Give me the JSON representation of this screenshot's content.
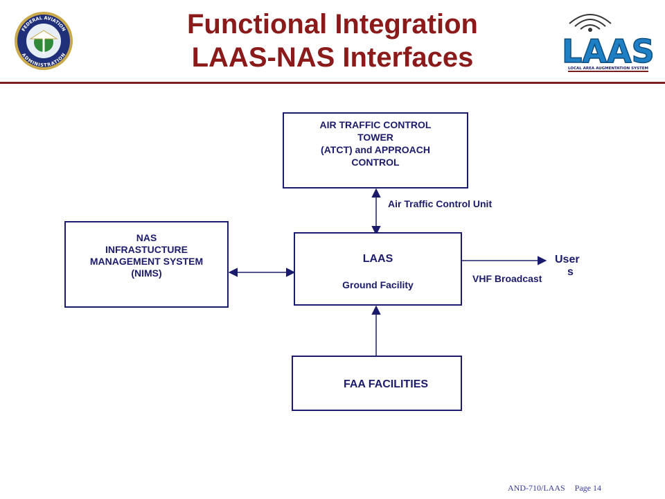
{
  "title": {
    "line1": "Functional Integration",
    "line2": "LAAS-NAS Interfaces"
  },
  "logos": {
    "faa_seal_text": [
      "FEDERAL AVIATION",
      "ADMINISTRATION"
    ],
    "laas_logo_text": "LAAS",
    "laas_logo_subtext": "LOCAL AREA AUGMENTATION SYSTEM"
  },
  "boxes": {
    "atct": [
      "AIR TRAFFIC CONTROL",
      "TOWER",
      "(ATCT) and APPROACH",
      "CONTROL"
    ],
    "nims": [
      "NAS",
      "INFRASTUCTURE",
      "MANAGEMENT SYSTEM",
      "(NIMS)"
    ],
    "laas_title": "LAAS",
    "laas_subtitle": "Ground Facility",
    "faa": "FAA FACILITIES"
  },
  "labels": {
    "atc_unit": "Air Traffic Control Unit",
    "vhf": "VHF Broadcast",
    "users_line1": "User",
    "users_line2": "s"
  },
  "footer": {
    "doc": "AND-710/LAAS",
    "page": "Page 14"
  },
  "colors": {
    "title": "#8b1a1a",
    "rule": "#7a1f1f",
    "diagram": "#1b1b6b",
    "logo_blue": "#1f7fc4"
  }
}
